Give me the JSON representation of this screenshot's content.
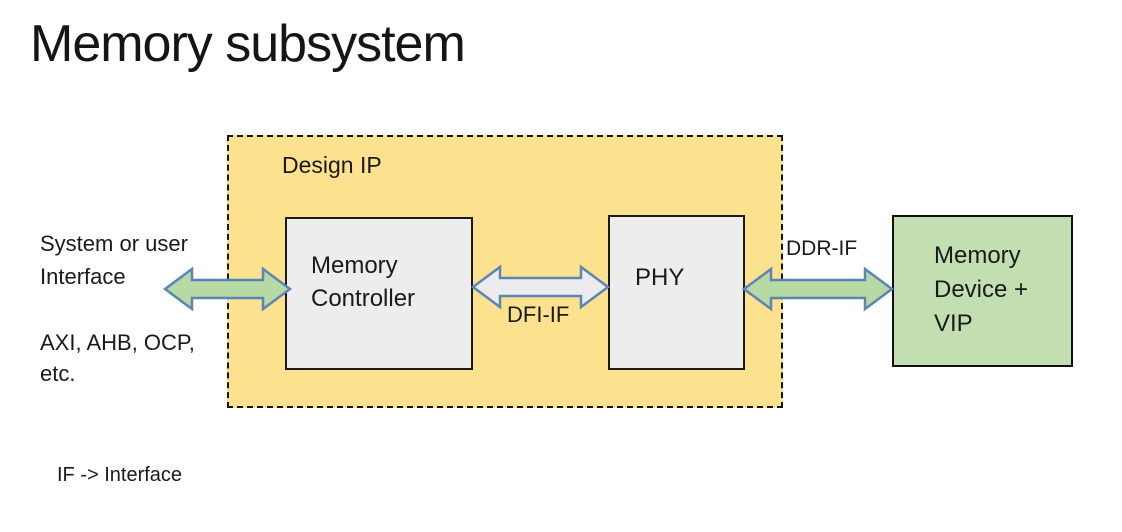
{
  "title": "Memory subsystem",
  "footnote": "IF -> Interface",
  "side_labels": {
    "system_interface": "System or user Interface",
    "protocols": "AXI, AHB, OCP, etc."
  },
  "design_ip": {
    "label": "Design IP",
    "memory_controller": "Memory Controller",
    "phy": "PHY"
  },
  "memory_device": "Memory Device + VIP",
  "interfaces": {
    "dfi": "DFI-IF",
    "ddr": "DDR-IF"
  },
  "colors": {
    "design_ip_fill": "#FCE18F",
    "block_fill": "#EDEDED",
    "block_border": "#1A1A1A",
    "device_fill": "#C3DFB1",
    "arrow_green": "#B7D9A4",
    "arrow_gray": "#ECECEF",
    "arrow_stroke": "#5B84B8"
  }
}
